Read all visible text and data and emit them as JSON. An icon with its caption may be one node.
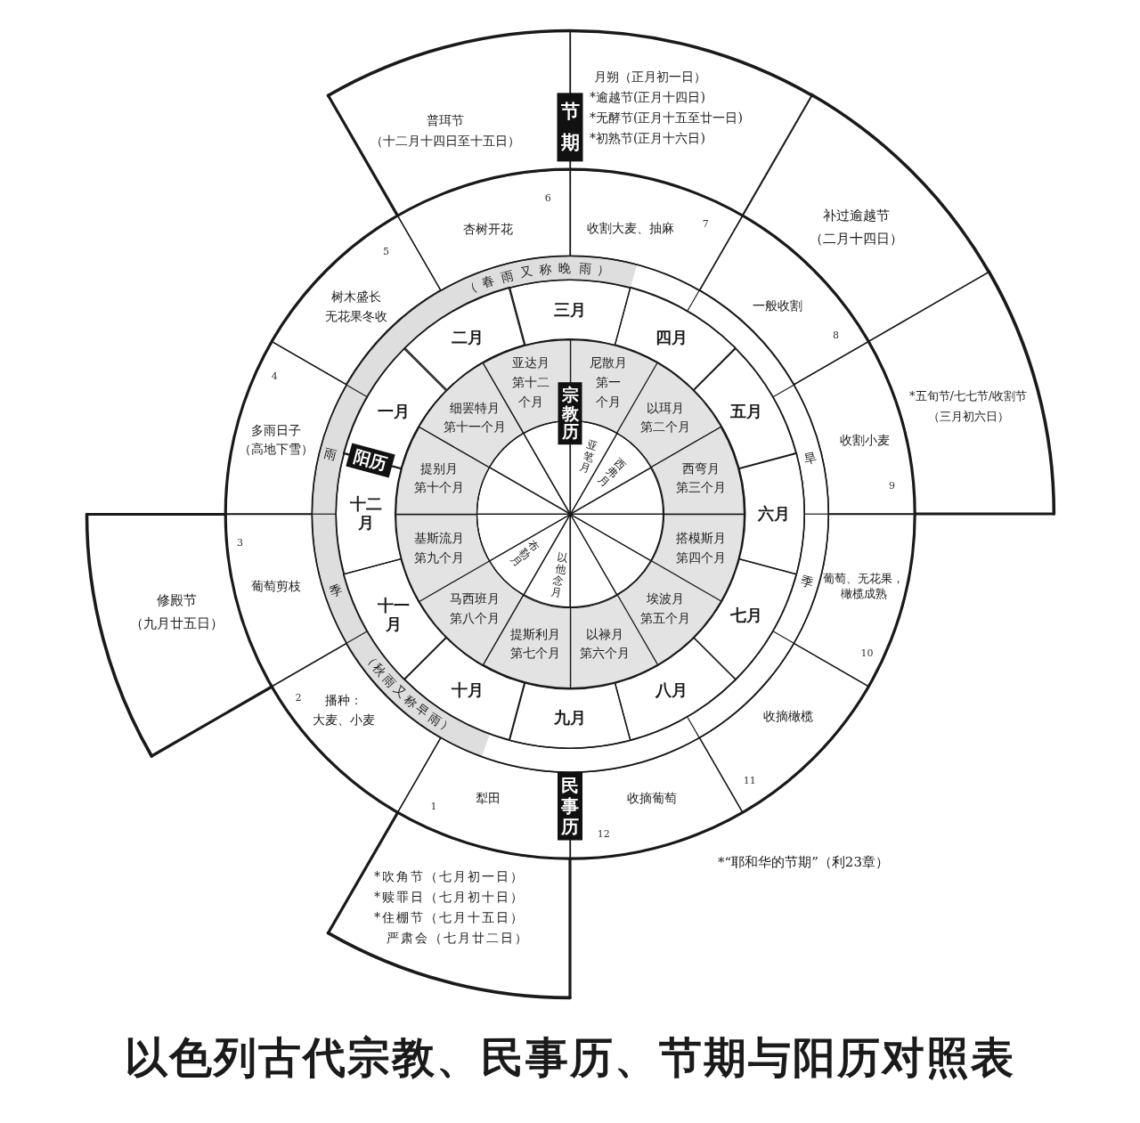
{
  "diagram": {
    "title": "以色列古代宗教、民事历、节期与阳历对照表",
    "nodes": [
      {
        "text": [
          "节期"
        ]
      },
      {
        "text": [
          "普珥节",
          "（十二月十四日至十五日）"
        ]
      },
      {
        "text": [
          "月朔（正月初一日）",
          "*逾越节(正月十四日)",
          "*无酵节(正月十五至廿一日)",
          "*初熟节(正月十六日)"
        ]
      },
      {
        "text": [
          "补过逾越节",
          "（二月十四日）"
        ]
      },
      {
        "text": [
          "*五旬节/七七节/收割节",
          "（三月初六日）"
        ]
      },
      {
        "text": [
          "修殿节",
          "（九月廿五日）"
        ]
      },
      {
        "text": [
          "*吹角节（七月初一日）",
          "*赎罪日（七月初十日）",
          "*住棚节（七月十五日）",
          "严肃会（七月廿二日）"
        ]
      },
      {
        "text": [
          "犁田",
          "1"
        ]
      },
      {
        "text": [
          "播种：",
          "大麦、小麦",
          "2"
        ]
      },
      {
        "text": [
          "葡萄剪枝",
          "3"
        ]
      },
      {
        "text": [
          "4",
          "多雨日子",
          "（高地下雪）"
        ]
      },
      {
        "text": [
          "5",
          "树木盛长",
          "无花果冬收"
        ]
      },
      {
        "text": [
          "6",
          "杏树开花"
        ]
      },
      {
        "text": [
          "收割大麦、抽麻",
          "7"
        ]
      },
      {
        "text": [
          "一般收割",
          "8"
        ]
      },
      {
        "text": [
          "收割小麦",
          "9"
        ]
      },
      {
        "text": [
          "葡萄、无花果，橄榄成熟",
          "10"
        ]
      },
      {
        "text": [
          "收摘橄榄",
          "11"
        ]
      },
      {
        "text": [
          "收摘葡萄",
          "12"
        ]
      },
      {
        "text": [
          "民事历"
        ]
      },
      {
        "text": [
          "三月"
        ]
      },
      {
        "text": [
          "四月"
        ]
      },
      {
        "text": [
          "五月"
        ]
      },
      {
        "text": [
          "六月"
        ]
      },
      {
        "text": [
          "七月"
        ]
      },
      {
        "text": [
          "八月"
        ]
      },
      {
        "text": [
          "九月"
        ]
      },
      {
        "text": [
          "十月"
        ]
      },
      {
        "text": [
          "十一月"
        ]
      },
      {
        "text": [
          "十二月"
        ]
      },
      {
        "text": [
          "一月"
        ]
      },
      {
        "text": [
          "二月"
        ]
      },
      {
        "text": [
          "阳历"
        ]
      },
      {
        "text": [
          "尼散月",
          "第一个月"
        ]
      },
      {
        "text": [
          "以珥月",
          "第二个月"
        ]
      },
      {
        "text": [
          "西弯月",
          "第三个月"
        ]
      },
      {
        "text": [
          "搭模斯月",
          "第四个月"
        ]
      },
      {
        "text": [
          "埃波月",
          "第五个月"
        ]
      },
      {
        "text": [
          "以禄月",
          "第六个月"
        ]
      },
      {
        "text": [
          "提斯利月",
          "第七个月"
        ]
      },
      {
        "text": [
          "马西班月",
          "第八个月"
        ]
      },
      {
        "text": [
          "基斯流月",
          "第九个月"
        ]
      },
      {
        "text": [
          "提别月",
          "第十个月"
        ]
      },
      {
        "text": [
          "细罢特月",
          "第十一个月"
        ]
      },
      {
        "text": [
          "亚达月",
          "第十二个月"
        ]
      },
      {
        "text": [
          "宗教历"
        ]
      },
      {
        "text": [
          "亚笔月"
        ]
      },
      {
        "text": [
          "西弗月"
        ]
      },
      {
        "text": [],
        "shape": "wedge"
      },
      {
        "text": [],
        "shape": "wedge"
      },
      {
        "text": [],
        "shape": "wedge"
      },
      {
        "text": [],
        "shape": "wedge"
      },
      {
        "text": [
          "以他念月"
        ]
      },
      {
        "text": [
          "布勒月"
        ]
      },
      {
        "text": [],
        "shape": "wedge"
      },
      {
        "text": [],
        "shape": "wedge"
      },
      {
        "text": [],
        "shape": "wedge"
      },
      {
        "text": [],
        "shape": "wedge"
      }
    ],
    "labels": [
      "（春雨又称晚雨）",
      "雨",
      "季",
      "（秋雨又称早雨）",
      "旱",
      "季",
      "*“耶和华的节期”（利23章）"
    ]
  }
}
